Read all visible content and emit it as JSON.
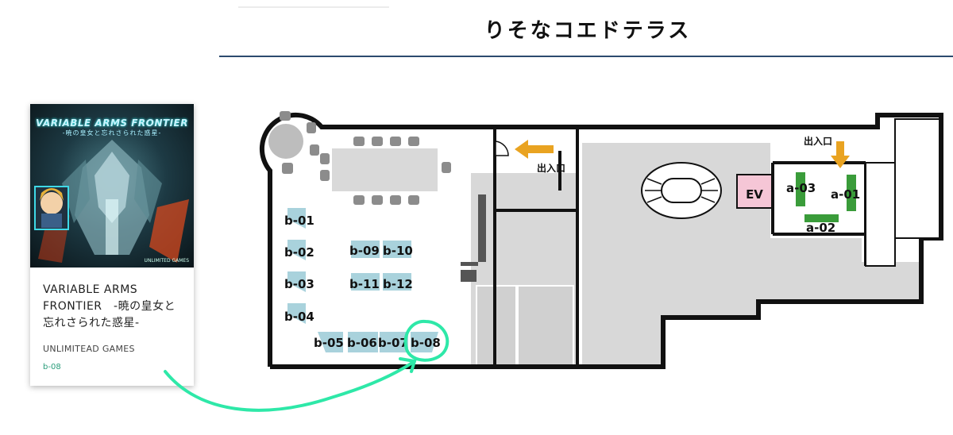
{
  "venue": {
    "title": "りそなコエドテラス"
  },
  "card": {
    "cover_title": "VARIABLE ARMS FRONTIER",
    "cover_subtitle": "-暁の皇女と忘れさられた惑星-",
    "cover_publisher": "UNLIMITED GAMES",
    "title": "VARIABLE ARMS FRONTIER　-暁の皇女と忘れさられた惑星-",
    "publisher": "UNLIMITEAD GAMES",
    "booth": "b-08"
  },
  "map": {
    "entrance_label": "出入口",
    "elevator_label": "EV",
    "booths_b": [
      "b-01",
      "b-02",
      "b-03",
      "b-04",
      "b-05",
      "b-06",
      "b-07",
      "b-08",
      "b-09",
      "b-10",
      "b-11",
      "b-12"
    ],
    "booths_a": [
      "a-01",
      "a-02",
      "a-03"
    ],
    "highlighted_booth": "b-08",
    "colors": {
      "wall": "#111111",
      "gray_area": "#d8d8d8",
      "booth_teal": "#a9d2dc",
      "booth_green": "#3a9c3a",
      "ev_pink": "#f5c6d6",
      "arrow_orange": "#e9a321",
      "annotation": "#2ee8a8"
    }
  }
}
